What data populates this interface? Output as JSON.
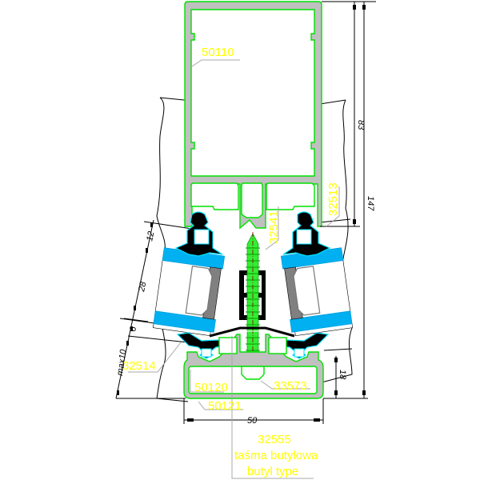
{
  "drawing": {
    "title": "Mullion / transom section with glazing",
    "colors": {
      "profile_fill": "#c0c0c0",
      "profile_outline": "#00e000",
      "gasket": "#000000",
      "gasket_outline": "#00e0ff",
      "tape": "#00b0f0",
      "spacer": "#808080",
      "label": "#ffff00",
      "leader": "#a8a8a8",
      "dimension": "#000000"
    },
    "labels": {
      "mullion_profile": "50110",
      "gasket_right": "32513",
      "insert_profile": "32541",
      "gasket_left": "32514",
      "pressure_plate": "50120",
      "cover_cap": "50121",
      "screw": "33573",
      "tape_code": "32555",
      "tape_pl": "taśma butylowa",
      "tape_en": "butyl type"
    },
    "dimensions": {
      "d_83": "83",
      "d_147": "147",
      "d_12": "12",
      "d_28": "28",
      "d_6": "6",
      "d_max10": "max10",
      "d_18": "18",
      "d_50": "50"
    }
  }
}
